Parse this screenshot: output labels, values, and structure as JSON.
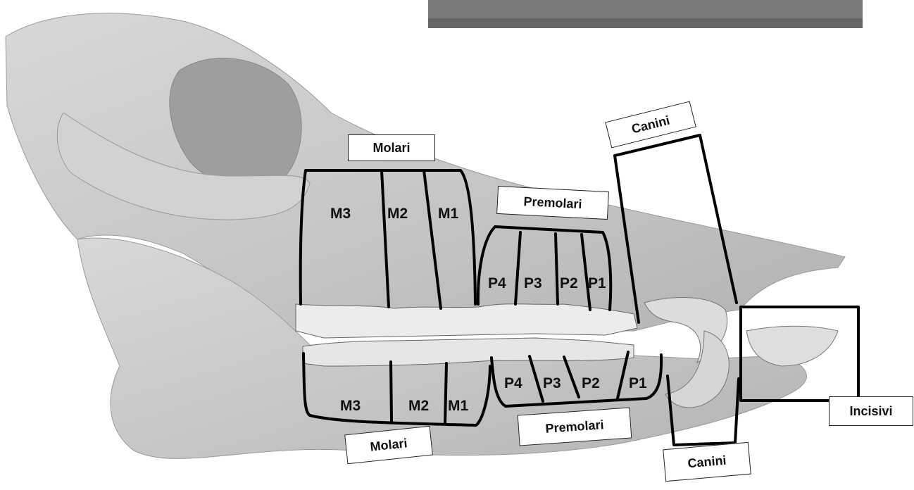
{
  "colors": {
    "background": "#ffffff",
    "bone": "#c9c9c9",
    "outline": "#111111"
  },
  "labels": {
    "molari_upper": "Molari",
    "premolari_upper": "Premolari",
    "canini_upper": "Canini",
    "incisivi": "Incisivi",
    "premolari_lower": "Premolari",
    "molari_lower": "Molari",
    "canini_lower": "Canini"
  },
  "teeth": {
    "upper_molars": [
      "M3",
      "M2",
      "M1"
    ],
    "upper_premolars": [
      "P4",
      "P3",
      "P2",
      "P1"
    ],
    "lower_molars": [
      "M3",
      "M2",
      "M1"
    ],
    "lower_premolars": [
      "P4",
      "P3",
      "P2",
      "P1"
    ]
  }
}
